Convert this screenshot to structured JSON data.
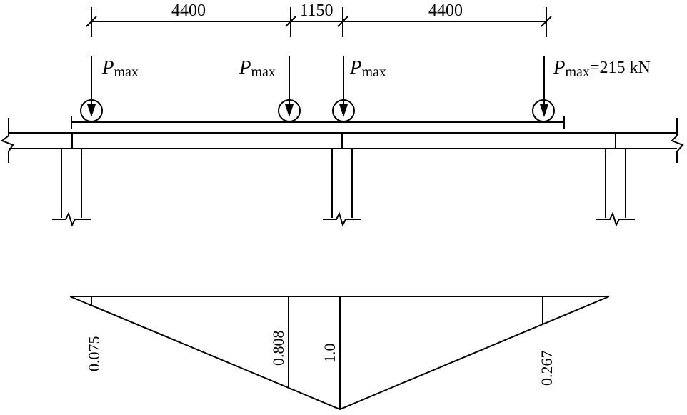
{
  "dimensions": [
    "4400",
    "1150",
    "4400"
  ],
  "loads": [
    {
      "symbol": "P",
      "subscript": "max",
      "suffix": ""
    },
    {
      "symbol": "P",
      "subscript": "max",
      "suffix": ""
    },
    {
      "symbol": "P",
      "subscript": "max",
      "suffix": ""
    },
    {
      "symbol": "P",
      "subscript": "max",
      "suffix": "=215 kN"
    }
  ],
  "ordinates": [
    "0.075",
    "0.808",
    "1.0",
    "0.267"
  ],
  "colors": {
    "line": "#000000",
    "background": "#ffffff"
  }
}
